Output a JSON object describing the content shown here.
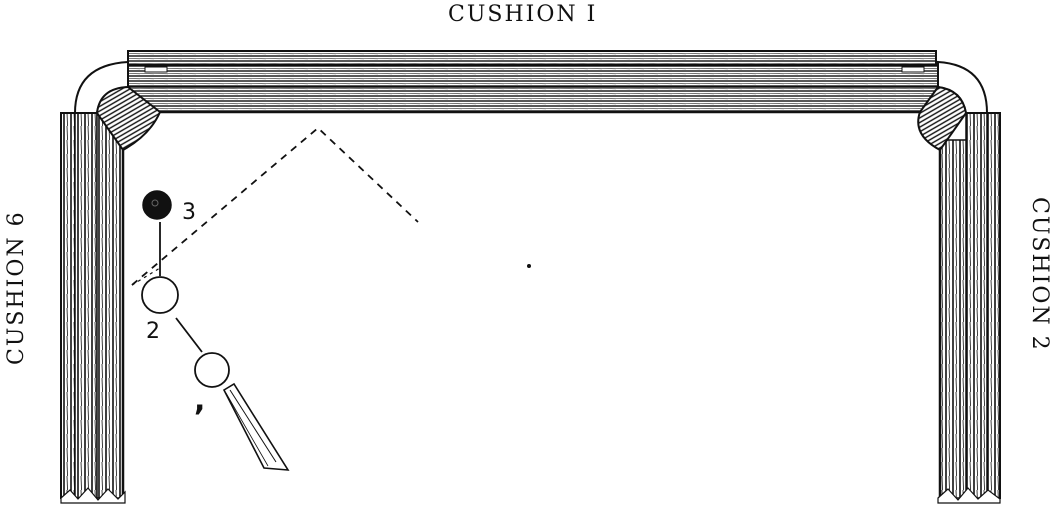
{
  "cushions": {
    "top": "CUSHION I",
    "left": "CUSHION 6",
    "right": "CUSHION 2"
  },
  "balls": {
    "cue_label": ",",
    "object_label": "2",
    "red_label": "3"
  },
  "colors": {
    "ink": "#111111",
    "paper": "#ffffff",
    "rail_dark": "#1a1a1a"
  }
}
